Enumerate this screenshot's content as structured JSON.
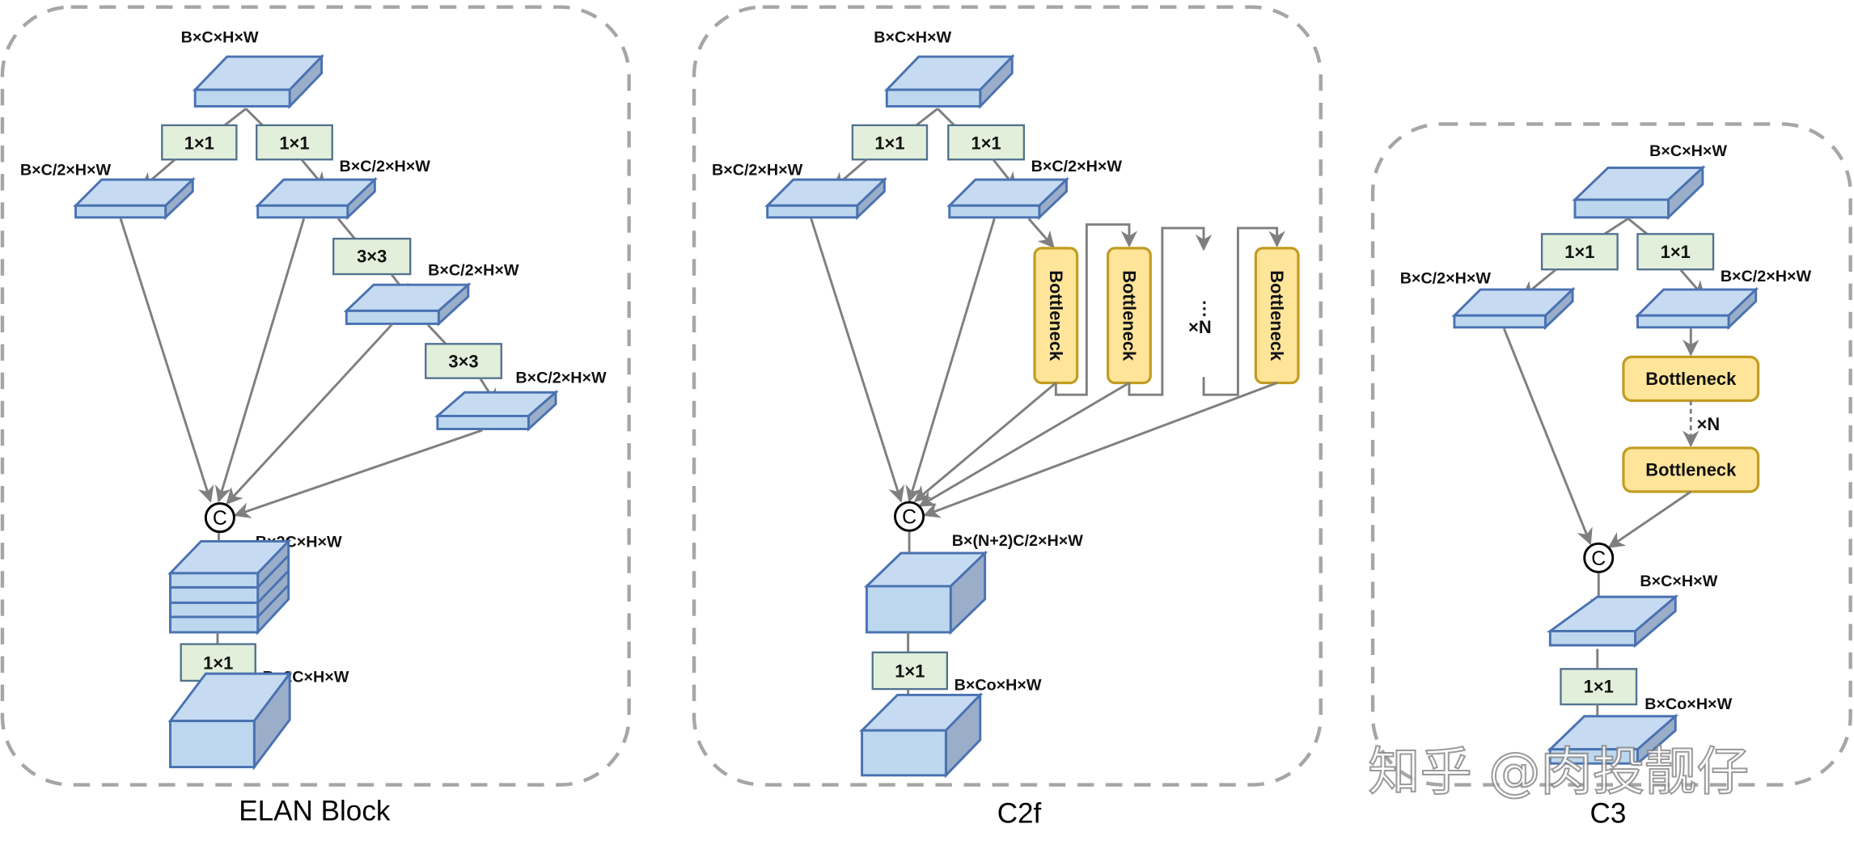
{
  "diagram": {
    "panels": [
      {
        "id": "elan",
        "title": "ELAN Block",
        "labels": {
          "input": "B×C×H×W",
          "split_left": "B×C/2×H×W",
          "split_right": "B×C/2×H×W",
          "mid1": "B×C/2×H×W",
          "mid2": "B×C/2×H×W",
          "concat_out": "B×2C×H×W",
          "output": "B×2C×H×W"
        },
        "convs": {
          "split_left": "1×1",
          "split_right": "1×1",
          "conv3_a": "3×3",
          "conv3_b": "3×3",
          "final": "1×1"
        },
        "concat_symbol": "C"
      },
      {
        "id": "c2f",
        "title": "C2f",
        "labels": {
          "input": "B×C×H×W",
          "split_left": "B×C/2×H×W",
          "split_right": "B×C/2×H×W",
          "concat_out": "B×(N+2)C/2×H×W",
          "output": "B×Co×H×W"
        },
        "convs": {
          "split_left": "1×1",
          "split_right": "1×1",
          "final": "1×1"
        },
        "bottlenecks": [
          "Bottleneck",
          "Bottleneck",
          "Bottleneck"
        ],
        "ellipsis": "⋮",
        "repeat": "×N",
        "concat_symbol": "C"
      },
      {
        "id": "c3",
        "title": "C3",
        "labels": {
          "input": "B×C×H×W",
          "split_left": "B×C/2×H×W",
          "split_right": "B×C/2×H×W",
          "concat_out": "B×C×H×W",
          "output": "B×Co×H×W"
        },
        "convs": {
          "split_left": "1×1",
          "split_right": "1×1",
          "final": "1×1"
        },
        "bottlenecks": [
          "Bottleneck",
          "Bottleneck"
        ],
        "repeat": "×N",
        "concat_symbol": "C"
      }
    ],
    "colors": {
      "tensor_fill": "#bdd7ee",
      "tensor_stroke": "#4a72b2",
      "conv_fill": "#e2efda",
      "bottleneck_fill": "#ffe599",
      "bottleneck_stroke": "#c29c22",
      "arrow": "#7f7f7f",
      "frame": "#a6a6a6"
    },
    "watermark": "知乎 @肉投靓仔"
  }
}
